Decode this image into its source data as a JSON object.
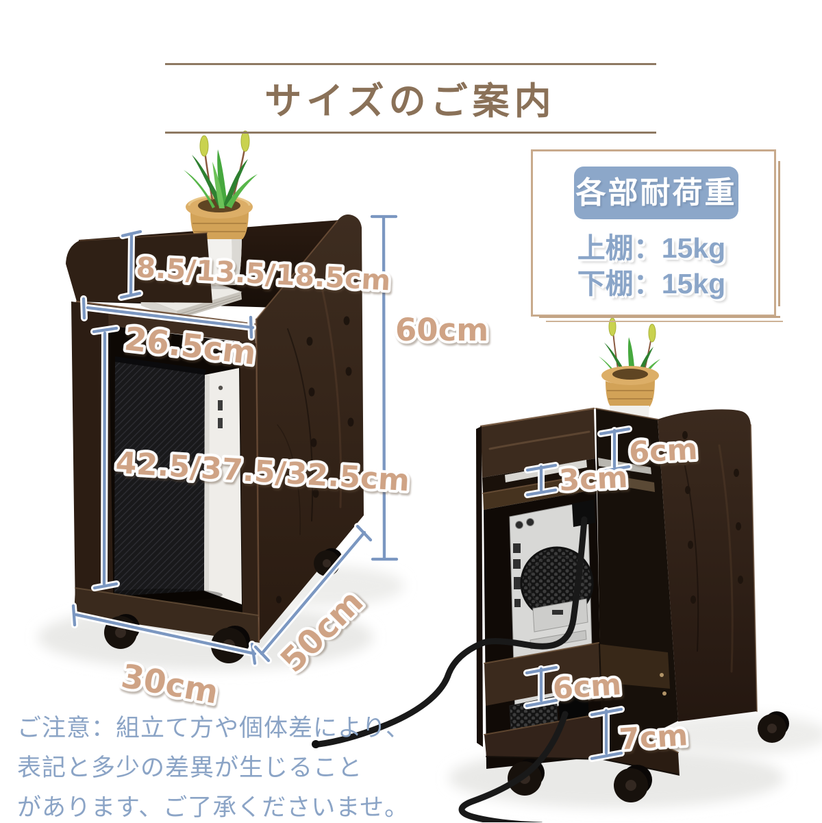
{
  "page": {
    "title": "サイズのご案内"
  },
  "load_capacity": {
    "header": "各部耐荷重",
    "upper_shelf": "上棚：15kg",
    "lower_shelf": "下棚：15kg"
  },
  "dimensions": {
    "front": {
      "upper_shelf_height": "8.5/13.5/18.5cm",
      "shelf_width": "26.5cm",
      "lower_height": "42.5/37.5/32.5cm",
      "total_height": "60cm",
      "width": "30cm",
      "depth": "50cm"
    },
    "rear": {
      "top_board": "6cm",
      "shelf_slot": "3cm",
      "lower_board": "6cm",
      "base_gap": "7cm"
    }
  },
  "note": {
    "line1": "ご注意：組立て方や個体差により、",
    "line2": "表記と多少の差異が生じること",
    "line3": "があります、ご了承くださいませ。"
  },
  "colors": {
    "title_brown": "#8a7158",
    "label_tan": "#cfa385",
    "measure_blue": "#7b97c1",
    "badge_blue": "#8ca7c9",
    "note_blue": "#8ba4c6",
    "frame_tan": "#c8aa8c",
    "wood_dark": "#38271b"
  }
}
